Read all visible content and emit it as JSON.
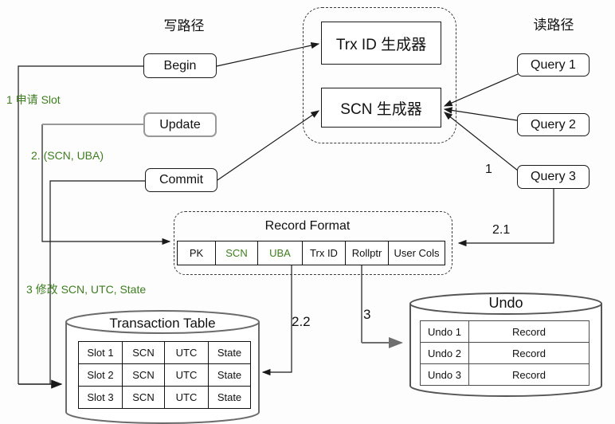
{
  "titles": {
    "write_path": "写路径",
    "read_path": "读路径"
  },
  "nodes": {
    "begin": "Begin",
    "update": "Update",
    "commit": "Commit",
    "query1": "Query 1",
    "query2": "Query 2",
    "query3": "Query 3",
    "trx_id_generator": "Trx ID 生成器",
    "scn_generator": "SCN 生成器"
  },
  "record_format": {
    "title": "Record Format",
    "fields": [
      "PK",
      "SCN",
      "UBA",
      "Trx ID",
      "Rollptr",
      "User Cols"
    ],
    "green_fields": [
      "SCN",
      "UBA"
    ]
  },
  "transaction_table": {
    "title": "Transaction Table",
    "rows": [
      [
        "Slot 1",
        "SCN",
        "UTC",
        "State"
      ],
      [
        "Slot 2",
        "SCN",
        "UTC",
        "State"
      ],
      [
        "Slot 3",
        "SCN",
        "UTC",
        "State"
      ]
    ]
  },
  "undo_table": {
    "title": "Undo",
    "rows": [
      [
        "Undo 1",
        "Record"
      ],
      [
        "Undo 2",
        "Record"
      ],
      [
        "Undo 3",
        "Record"
      ]
    ]
  },
  "annotations": {
    "step1": "1 申请 Slot",
    "step2": "2. (SCN, UBA)",
    "step3": "3 修改 SCN, UTC, State",
    "label1": "1",
    "label21": "2.1",
    "label22": "2.2",
    "label3": "3"
  },
  "colors": {
    "annotation_green": "#3e7c20",
    "line_black": "#1a1a1a",
    "gray_line": "#6e6e6e",
    "update_border_gray": "#999999",
    "background": "#ffffff"
  }
}
